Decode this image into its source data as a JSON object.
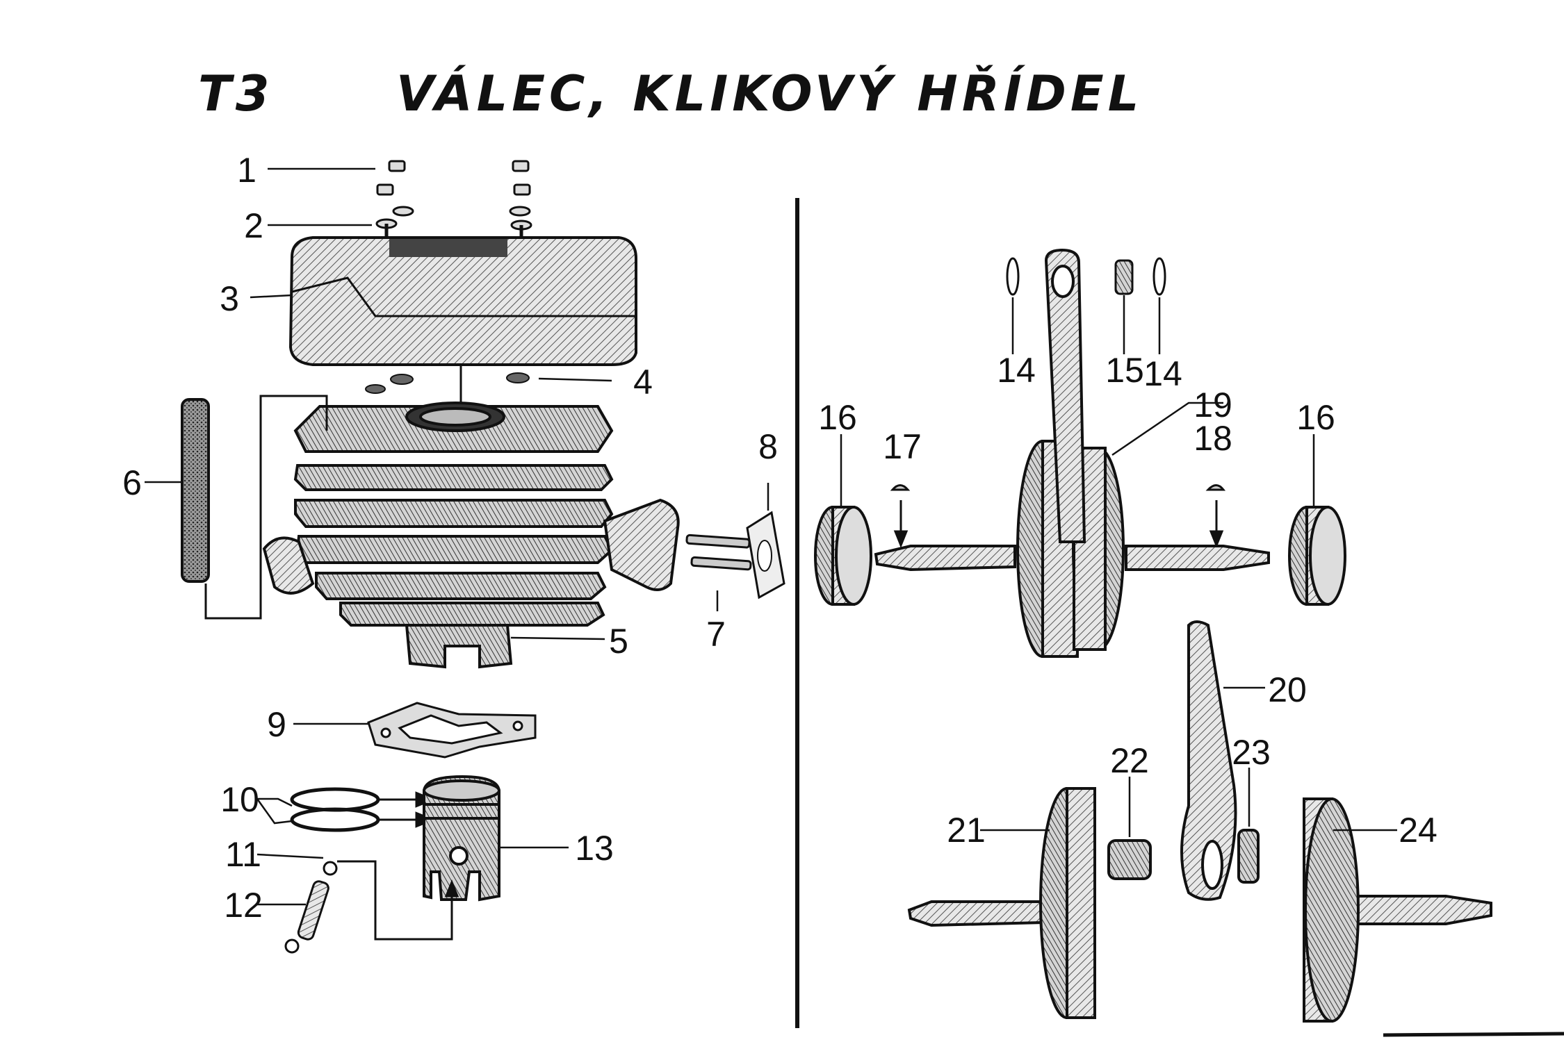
{
  "header": {
    "code": "T3",
    "title": "VÁLEC, KLIKOVÝ HŘÍDEL"
  },
  "colors": {
    "ink": "#111111",
    "paper": "#ffffff",
    "metal_dark": "#555555",
    "metal_light": "#cfcfcf"
  },
  "callouts": [
    {
      "id": "1",
      "text": "1"
    },
    {
      "id": "2",
      "text": "2"
    },
    {
      "id": "3",
      "text": "3"
    },
    {
      "id": "4",
      "text": "4"
    },
    {
      "id": "5",
      "text": "5"
    },
    {
      "id": "6",
      "text": "6"
    },
    {
      "id": "7",
      "text": "7"
    },
    {
      "id": "8",
      "text": "8"
    },
    {
      "id": "9",
      "text": "9"
    },
    {
      "id": "10",
      "text": "10"
    },
    {
      "id": "11",
      "text": "11"
    },
    {
      "id": "12",
      "text": "12"
    },
    {
      "id": "13",
      "text": "13"
    },
    {
      "id": "14a",
      "text": "14"
    },
    {
      "id": "14b",
      "text": "14"
    },
    {
      "id": "15",
      "text": "15"
    },
    {
      "id": "16a",
      "text": "16"
    },
    {
      "id": "16b",
      "text": "16"
    },
    {
      "id": "17",
      "text": "17"
    },
    {
      "id": "18",
      "text": "18"
    },
    {
      "id": "19",
      "text": "19"
    },
    {
      "id": "20",
      "text": "20"
    },
    {
      "id": "21",
      "text": "21"
    },
    {
      "id": "22",
      "text": "22"
    },
    {
      "id": "23",
      "text": "23"
    },
    {
      "id": "24",
      "text": "24"
    }
  ]
}
